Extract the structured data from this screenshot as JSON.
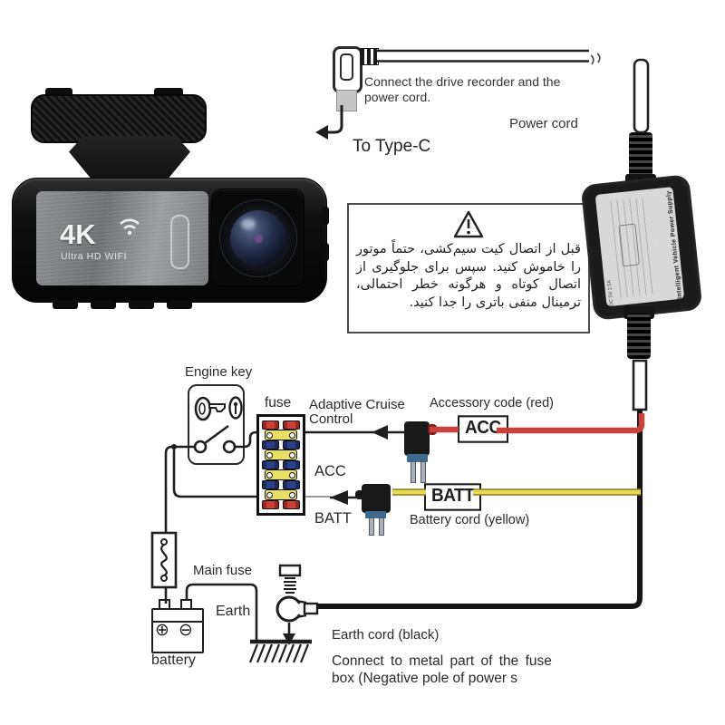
{
  "top": {
    "connect_note": "Connect the drive recorder and the\npower cord.",
    "power_cord": "Power cord",
    "to_type_c": "To Type-C"
  },
  "camera": {
    "badge": "4K",
    "subtitle": "Ultra HD  WIFI"
  },
  "warning_box": {
    "text": "قبل از اتصال کیت سیم‌کشی، حتماً موتور را خاموش کنید. سپس برای جلوگیری از اتصال کوتاه و هرگونه خطر احتمالی، ترمینال منفی باتری را جدا کنید."
  },
  "power_supply": {
    "name": "Intelligent Vehicle Power Supply",
    "output": "DC 5V 2.5A"
  },
  "circuit": {
    "engine_key": "Engine key",
    "fuse": "fuse",
    "adaptive_cruise": "Adaptive Cruise Control",
    "acc": "ACC",
    "batt": "BATT",
    "acc_tag": "ACC",
    "batt_tag": "BATT",
    "accessory_cord": "Accessory code (red)",
    "battery_cord": "Battery cord (yellow)",
    "main_fuse": "Main fuse",
    "earth": "Earth",
    "battery": "battery",
    "earth_cord": "Earth cord (black)",
    "note_line1": "Connect to metal part of the fuse",
    "note_line2": "box (Negative pole of power s",
    "fuse_rows": [
      "red",
      "yellow",
      "blue",
      "yellow",
      "blue",
      "yellow",
      "blue",
      "yellow",
      "red"
    ]
  },
  "icons": {
    "warning": "warning-triangle-icon",
    "wifi": "wifi-icon",
    "key": "key-icon",
    "keyhole": "keyhole-icon",
    "ground": "ground-symbol-icon",
    "bolt": "bolt-icon",
    "ring_terminal": "ring-terminal-icon"
  },
  "colors": {
    "wire_red": "#c9413c",
    "wire_yellow": "#e5da52",
    "wire_black": "#151515",
    "fuse_red": "#cc4038",
    "fuse_blue": "#2b3f8c",
    "fuse_yellow": "#e8df63",
    "connector_base": "#3d6a8f",
    "line": "#1f1f1f"
  }
}
